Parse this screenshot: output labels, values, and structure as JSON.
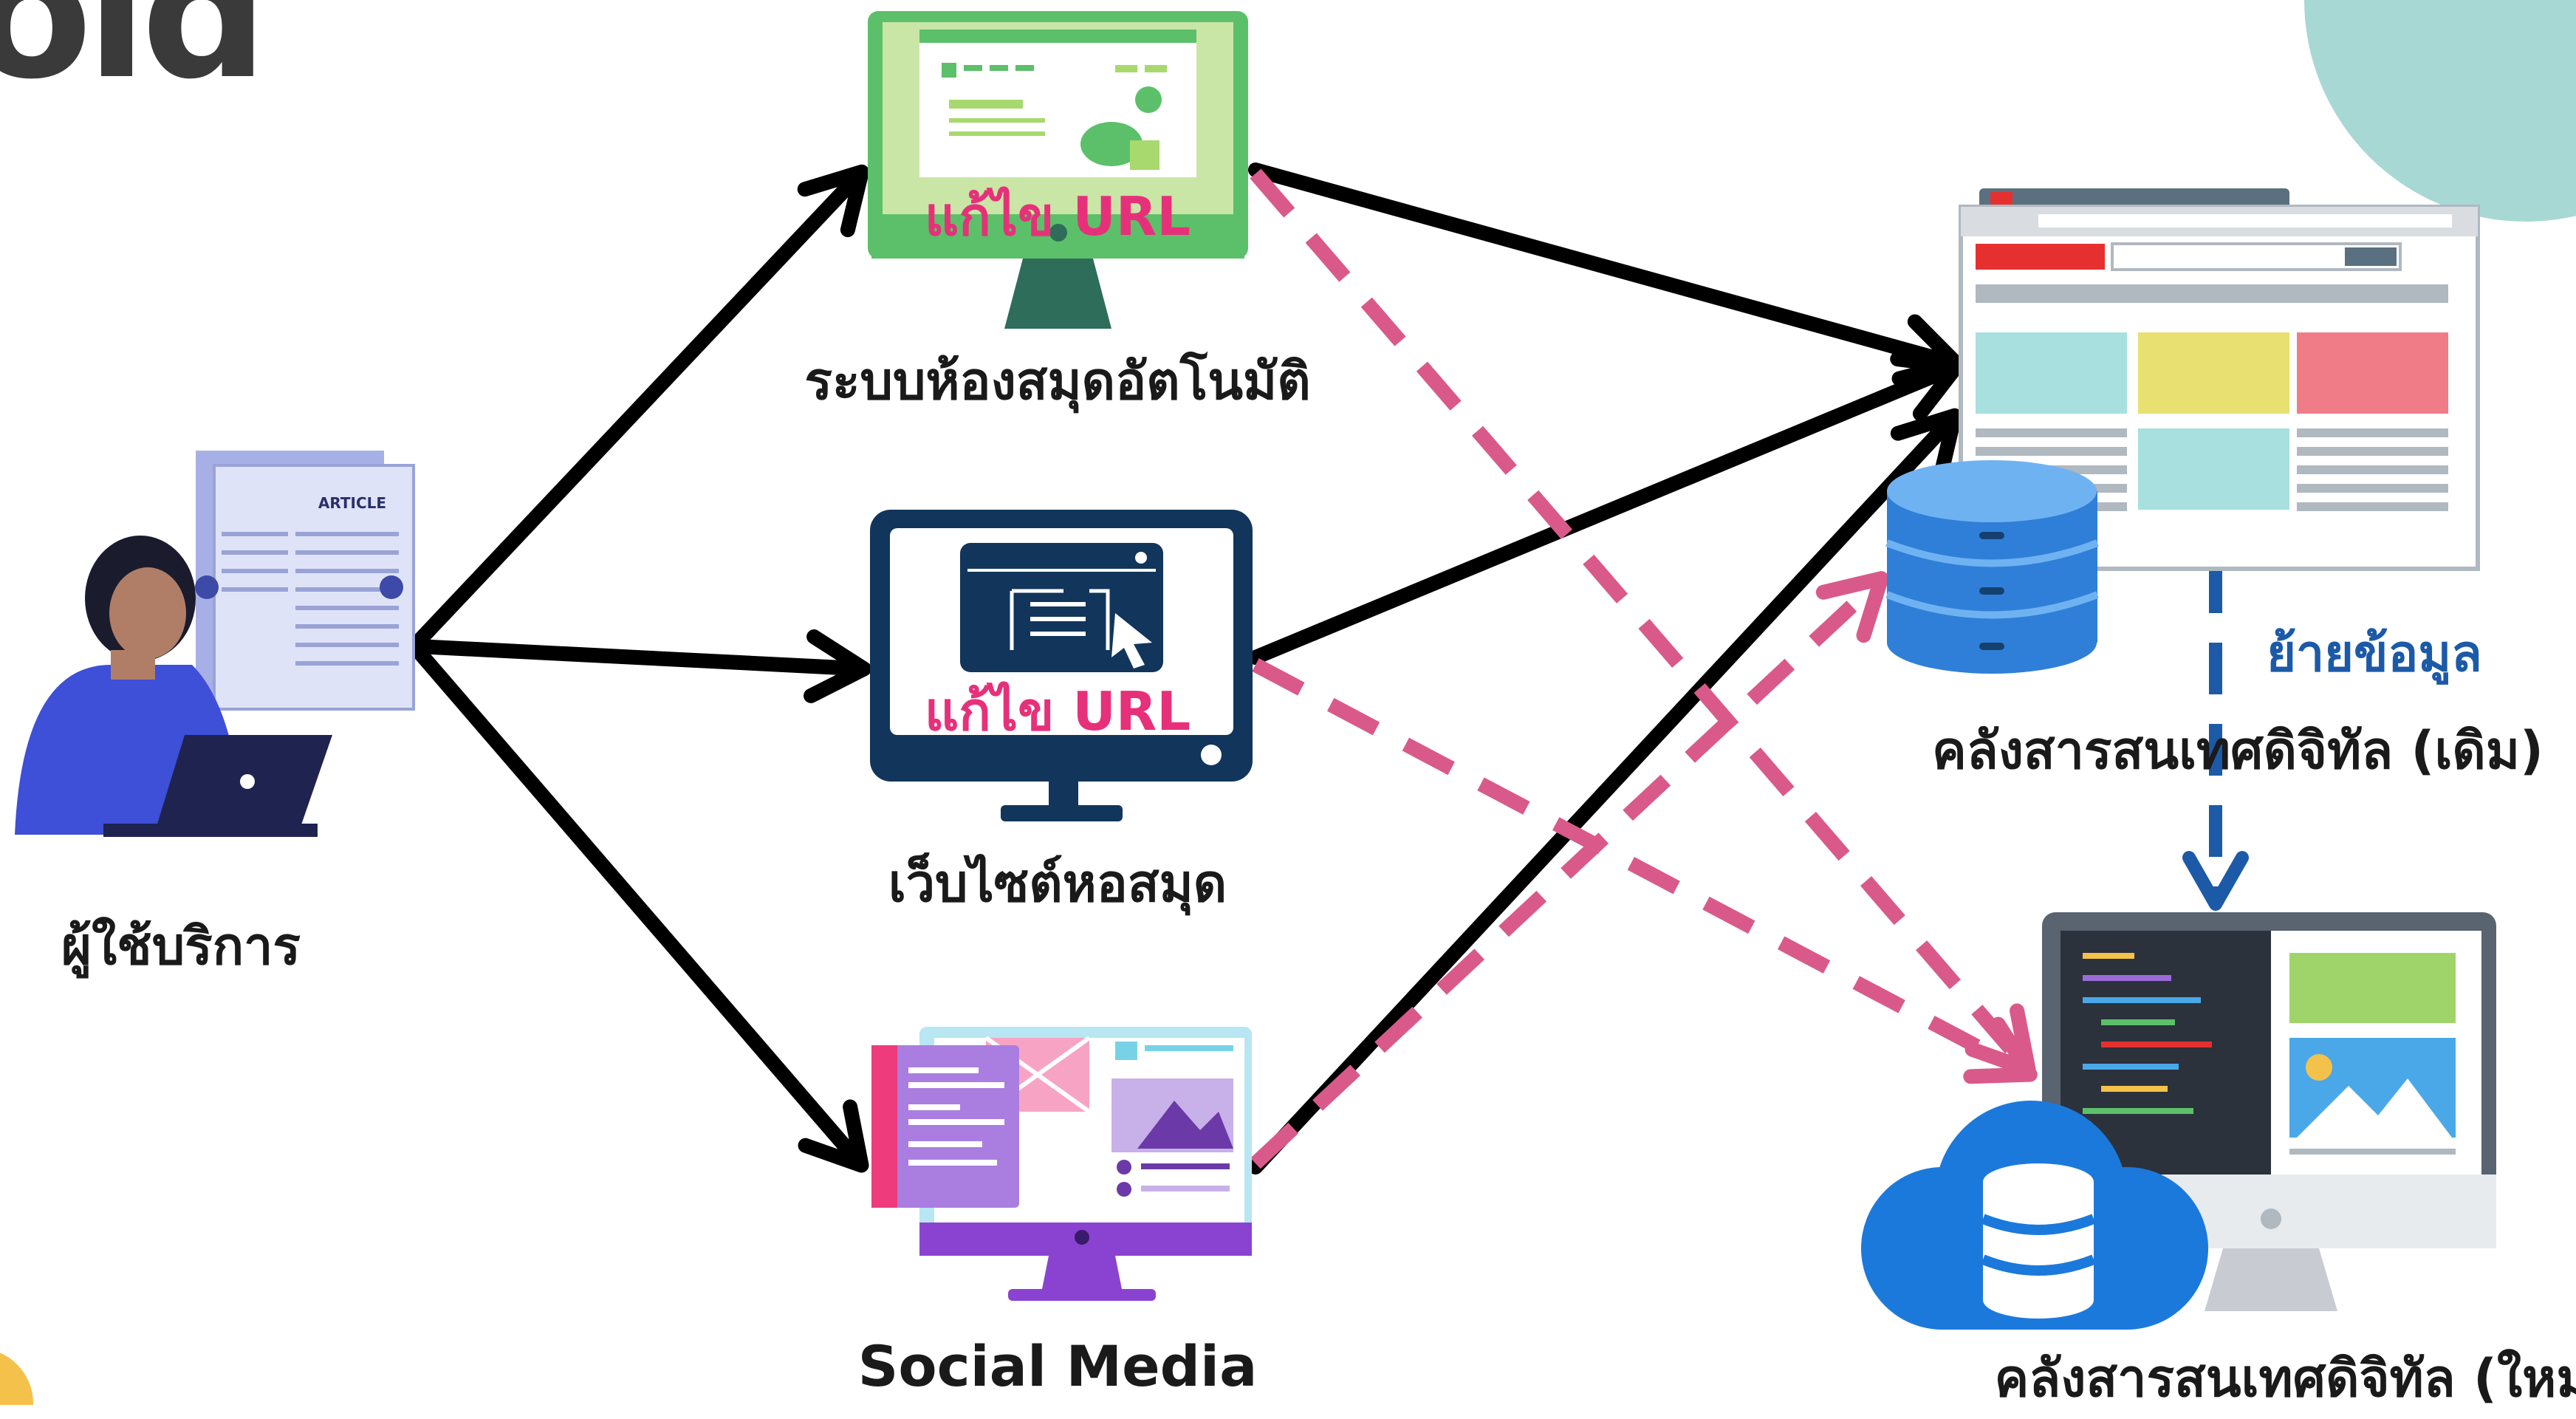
{
  "corner_title": "old",
  "nodes": {
    "user": {
      "label": "ผู้ใช้บริการ",
      "article_label": "ARTICLE"
    },
    "library_system": {
      "label": "ระบบห้องสมุดอัตโนมัติ",
      "edit_tag": "แก้ไข URL"
    },
    "library_website": {
      "label": "เว็บไซต์หอสมุด",
      "edit_tag": "แก้ไข URL"
    },
    "social_media": {
      "label": "Social Media"
    },
    "repository_old": {
      "label": "คลังสารสนเทศดิจิทัล (เดิม)"
    },
    "repository_new": {
      "label": "คลังสารสนเทศดิจิทัล (ใหม่)"
    }
  },
  "migration_label": "ย้ายข้อมูล",
  "colors": {
    "arrow_solid": "#000000",
    "arrow_dashed": "#d95a8a",
    "migration": "#1c5aa8",
    "edit_tag": "#e6317a",
    "teal_corner": "#a8d8d4",
    "yellow_corner": "#f4c24a"
  }
}
